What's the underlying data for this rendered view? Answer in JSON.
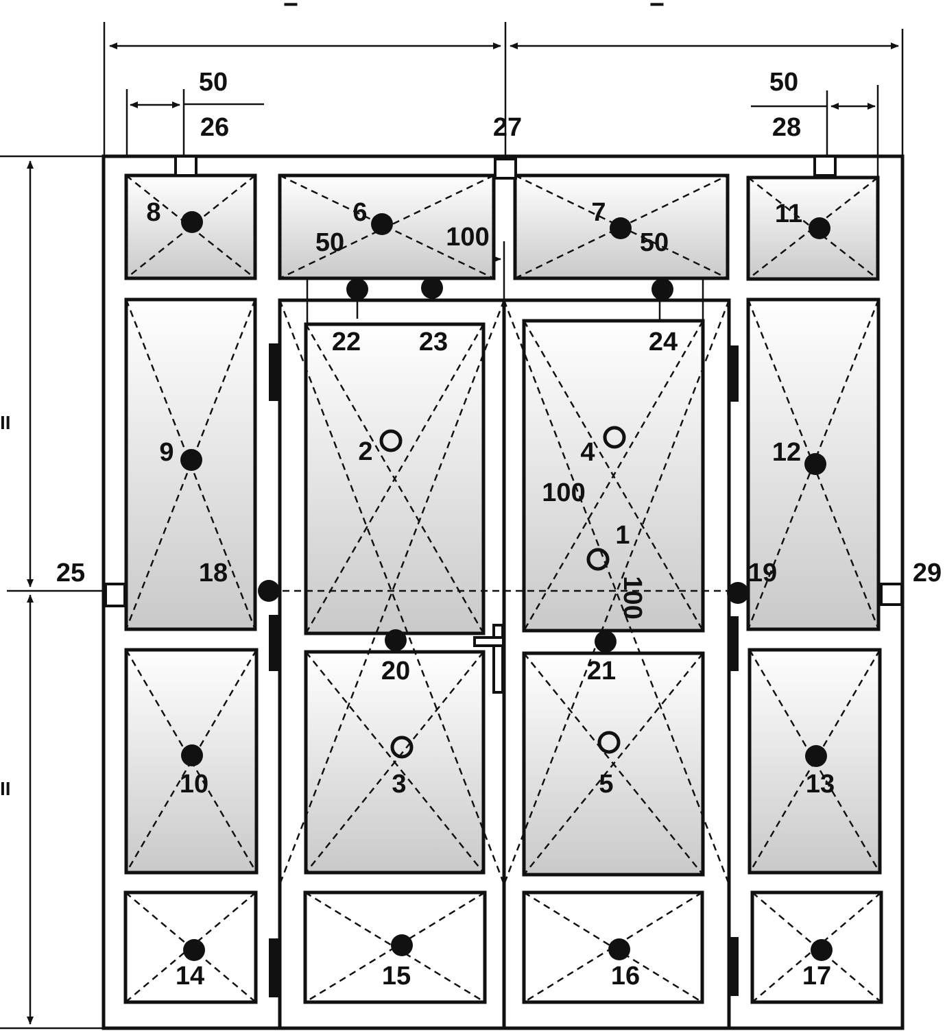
{
  "labels": {
    "eq_left": "=",
    "eq_right": "=",
    "ii_top": "II",
    "ii_bottom": "II",
    "dim_50_tl": "50",
    "dim_50_tr": "50",
    "dim_50_22": "50",
    "dim_100_23": "100",
    "dim_50_24": "50",
    "dim_100_h": "100",
    "dim_100_v": "100",
    "p1": "1",
    "p2": "2",
    "p3": "3",
    "p4": "4",
    "p5": "5",
    "p6": "6",
    "p7": "7",
    "p8": "8",
    "p9": "9",
    "p10": "10",
    "p11": "11",
    "p12": "12",
    "p13": "13",
    "p14": "14",
    "p15": "15",
    "p16": "16",
    "p17": "17",
    "p18": "18",
    "p19": "19",
    "p20": "20",
    "p21": "21",
    "p22": "22",
    "p23": "23",
    "p24": "24",
    "p25": "25",
    "p26": "26",
    "p27": "27",
    "p28": "28",
    "p29": "29"
  }
}
